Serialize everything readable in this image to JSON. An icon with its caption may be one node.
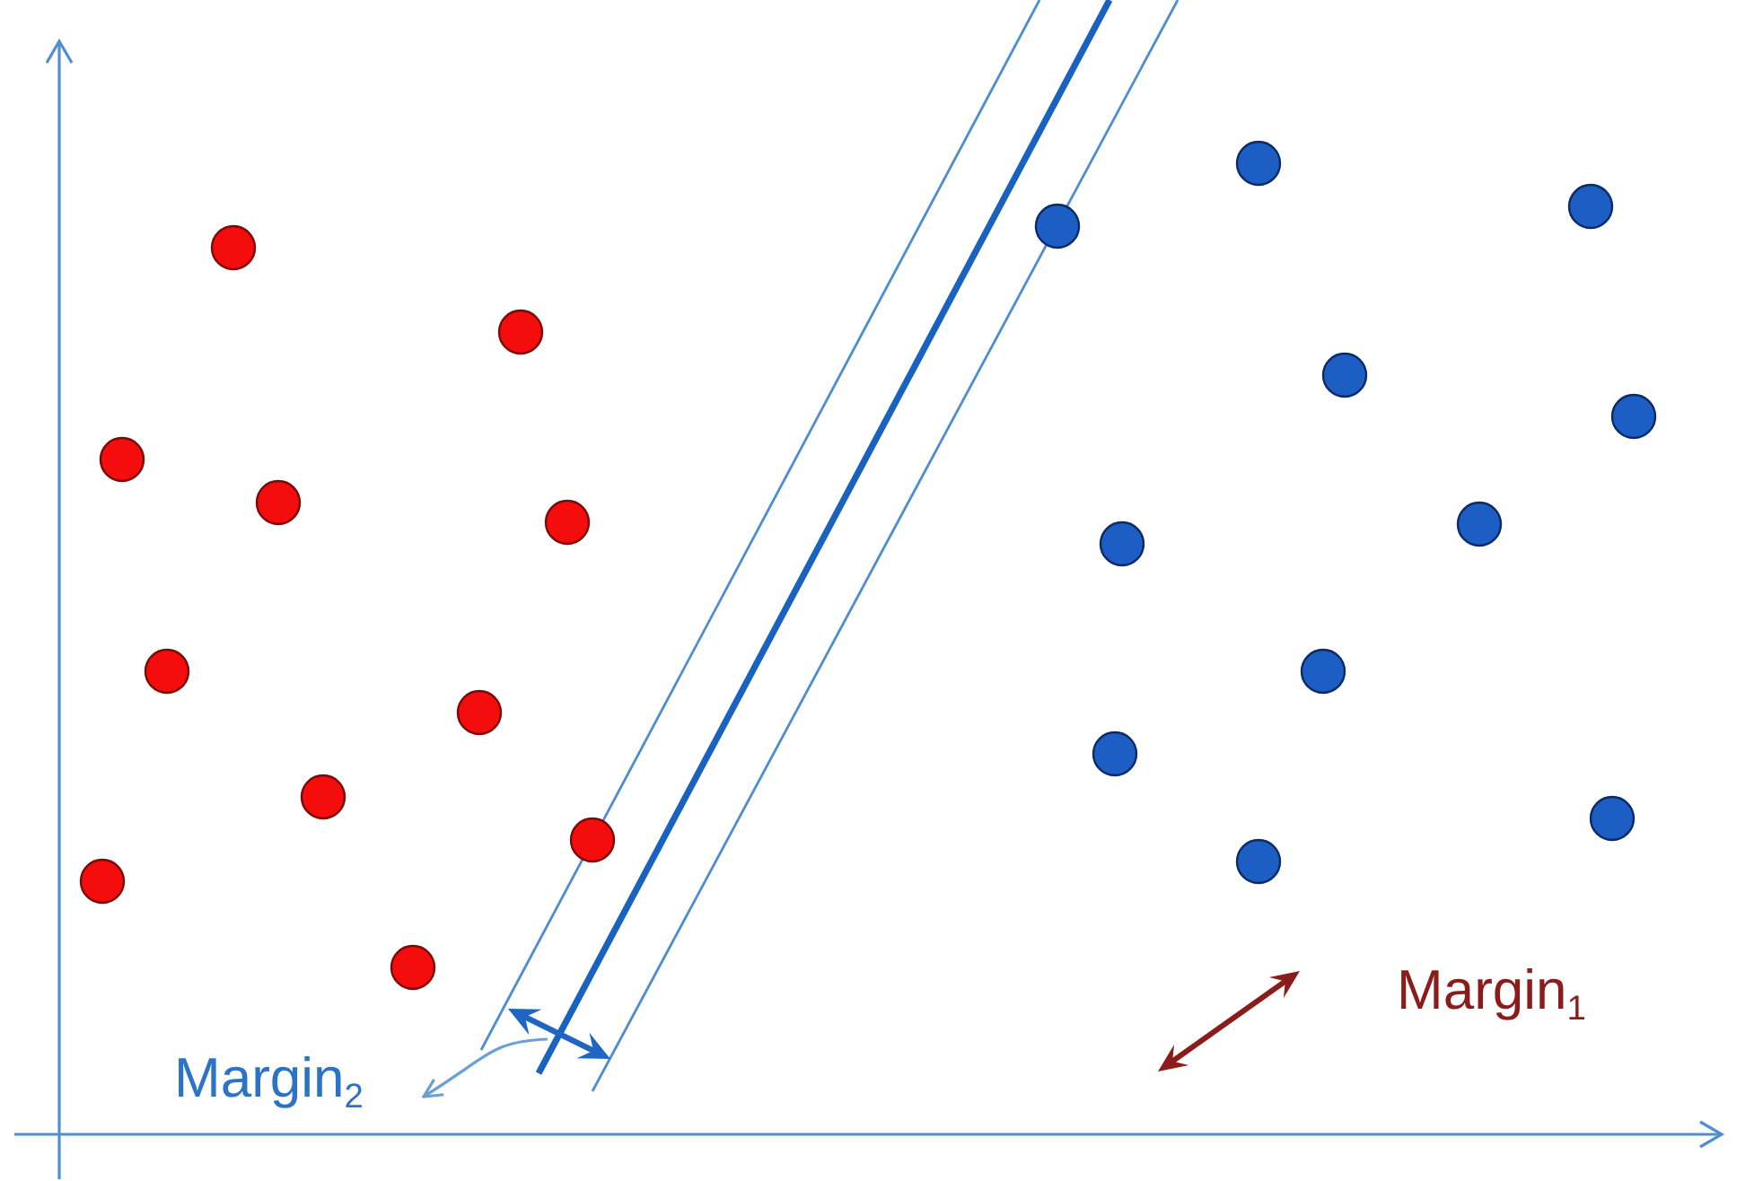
{
  "diagram": {
    "nodes": [
      {
        "text": [
          "Margin$_{2}$"
        ]
      },
      {
        "text": [],
        "shape": "arrow"
      }
    ],
    "edges": [
      {
        "from": 1,
        "to": 0,
        "arrow": "to"
      }
    ],
    "labels": [
      "Margin$_{1}$"
    ]
  }
}
